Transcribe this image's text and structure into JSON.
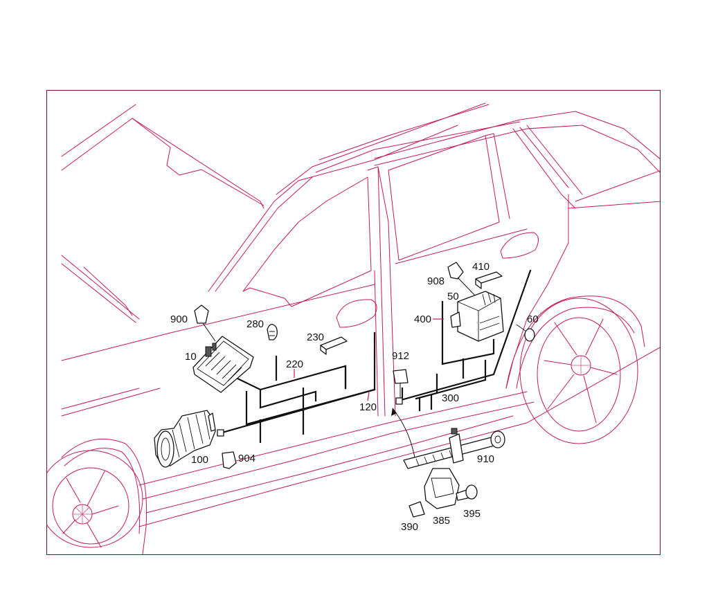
{
  "colors": {
    "frame": "#7a0f2a",
    "vehicle_outline": "#c2185b",
    "parts": "#111111",
    "background": "#ffffff"
  },
  "callouts": [
    {
      "id": "900",
      "text": "900"
    },
    {
      "id": "10",
      "text": "10"
    },
    {
      "id": "280",
      "text": "280"
    },
    {
      "id": "230",
      "text": "230"
    },
    {
      "id": "220",
      "text": "220"
    },
    {
      "id": "120",
      "text": "120"
    },
    {
      "id": "100",
      "text": "100"
    },
    {
      "id": "904",
      "text": "904"
    },
    {
      "id": "912",
      "text": "912"
    },
    {
      "id": "908",
      "text": "908"
    },
    {
      "id": "410",
      "text": "410"
    },
    {
      "id": "50",
      "text": "50"
    },
    {
      "id": "400",
      "text": "400"
    },
    {
      "id": "60",
      "text": "60"
    },
    {
      "id": "300",
      "text": "300"
    },
    {
      "id": "910",
      "text": "910"
    },
    {
      "id": "385",
      "text": "385"
    },
    {
      "id": "395",
      "text": "395"
    },
    {
      "id": "390",
      "text": "390"
    }
  ]
}
